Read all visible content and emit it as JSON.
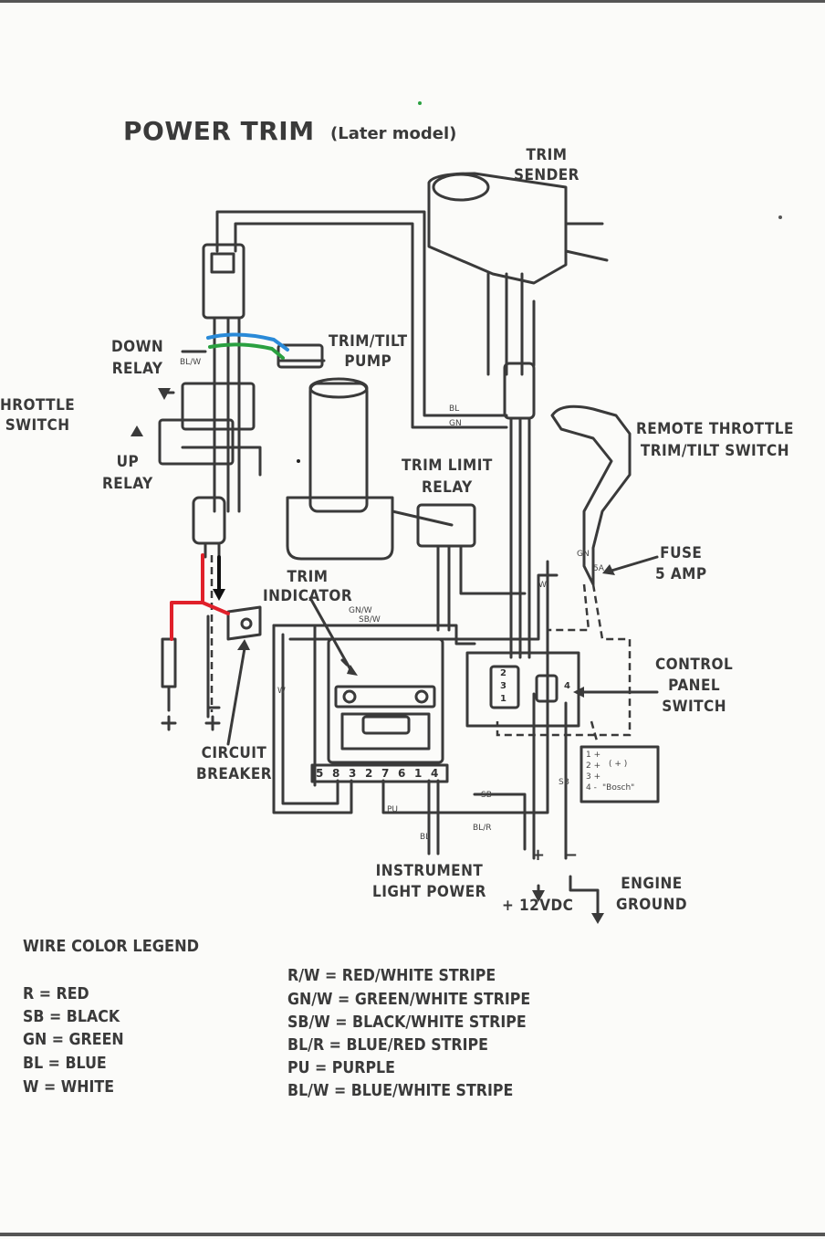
{
  "title": {
    "main": "POWER TRIM",
    "sub": "(Later model)"
  },
  "labels": {
    "trim_sender": [
      "TRIM",
      "SENDER"
    ],
    "down_relay": [
      "DOWN",
      "RELAY"
    ],
    "throttle_switch": [
      "HROTTLE",
      "SWITCH"
    ],
    "up_relay": [
      "UP",
      "RELAY"
    ],
    "trim_tilt_pump": [
      "TRIM/TILT",
      "PUMP"
    ],
    "trim_limit_relay": [
      "TRIM LIMIT",
      "RELAY"
    ],
    "remote_throttle": [
      "REMOTE THROTTLE",
      "TRIM/TILT SWITCH"
    ],
    "fuse": [
      "FUSE",
      "5 AMP"
    ],
    "trim_indicator": [
      "TRIM",
      "INDICATOR"
    ],
    "control_panel": [
      "CONTROL",
      "PANEL",
      "SWITCH"
    ],
    "circuit_breaker": [
      "CIRCUIT",
      "BREAKER"
    ],
    "instrument_light": [
      "INSTRUMENT",
      "LIGHT POWER"
    ],
    "plus_12vdc": "+ 12VDC",
    "engine_ground": [
      "ENGINE",
      "GROUND"
    ],
    "plus_left": "+",
    "plus_right": "+",
    "plus_bat": "+",
    "minus_bat": "−"
  },
  "wire_codes": {
    "bl": "BL",
    "gn": "GN",
    "gnw": "GN/W",
    "sbw": "SB/W",
    "blw": "BL/W",
    "blr": "BL/R",
    "pu": "PU",
    "w": "W",
    "sb": "SB",
    "sb2": "SB",
    "bl2": "BL",
    "gn2": "GN",
    "fuse_5a": "5A",
    "w2": "W"
  },
  "terminals": {
    "indicator_pins": [
      "5",
      "8",
      "3",
      "2",
      "7",
      "6",
      "1",
      "4"
    ],
    "switch_pins": [
      "2",
      "3",
      "1"
    ],
    "switch_right": "4",
    "bosch_rows": [
      "1 +",
      "2 +",
      "3 +",
      "4 -"
    ],
    "bosch_note": "( + )",
    "bosch_label": "\"Bosch\""
  },
  "legend": {
    "heading": "WIRE COLOR LEGEND",
    "left": [
      "R = RED",
      "SB = BLACK",
      "GN = GREEN",
      "BL = BLUE",
      "W = WHITE"
    ],
    "right": [
      "R/W = RED/WHITE STRIPE",
      "GN/W = GREEN/WHITE STRIPE",
      "SB/W = BLACK/WHITE STRIPE",
      "BL/R = BLUE/RED STRIPE",
      "PU = PURPLE",
      "BL/W = BLUE/WHITE STRIPE"
    ]
  },
  "colors": {
    "ink": "#3a3a3a",
    "red_wire": "#e0202a",
    "blue_wire": "#2a8ad8",
    "green_wire": "#2aa040",
    "black_wire": "#111111",
    "paper": "#fbfbf9"
  }
}
